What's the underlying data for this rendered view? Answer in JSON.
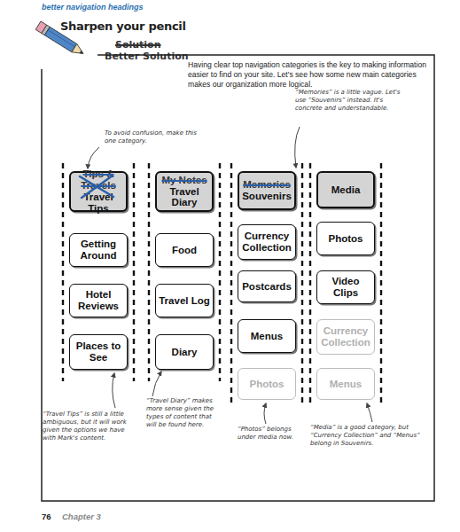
{
  "diagram": {
    "title": "Sharpen your pencil",
    "nodes": [
      {
        "text": [
          "Tips & Travels",
          "Travel Tips"
        ]
      },
      {
        "text": [
          "Getting Around"
        ]
      },
      {
        "text": [
          "Hotel Reviews"
        ]
      },
      {
        "text": [
          "Places to See"
        ]
      },
      {
        "text": [
          "My Notes",
          "Travel Diary"
        ]
      },
      {
        "text": [
          "Food"
        ]
      },
      {
        "text": [
          "Travel Log"
        ]
      },
      {
        "text": [
          "Diary"
        ]
      },
      {
        "text": [
          "Memories",
          "Souvenirs"
        ]
      },
      {
        "text": [
          "Currency Collection"
        ]
      },
      {
        "text": [
          "Postcards"
        ]
      },
      {
        "text": [
          "Menus"
        ]
      },
      {
        "text": [
          "Photos"
        ]
      },
      {
        "text": [
          "Media"
        ]
      },
      {
        "text": [
          "Photos"
        ]
      },
      {
        "text": [
          "Video Clips"
        ]
      },
      {
        "text": [
          "Currency Collection"
        ]
      },
      {
        "text": [
          "Menus"
        ]
      }
    ],
    "labels": [
      "better navigation headings",
      "Solution",
      "Better Solution",
      "Having clear top navigation categories is the key to making information easier to find on your site. Let's see how some new main categories makes our organization more logical.",
      "To avoid confusion, make this one category.",
      "“Memories” is a little vague. Let's use “Souvenirs” instead. It's concrete and understandable.",
      "“Travel Tips” is still a little ambiguous, but it will work given the options we have with Mark's content.",
      "“Travel Diary” makes more sense given the types of content that will be found here.",
      "“Photos” belongs under media now.",
      "“Media” is a good category, but “Currency Collection” and “Menus” belong in Souvenirs.",
      "76",
      "Chapter 3"
    ]
  }
}
